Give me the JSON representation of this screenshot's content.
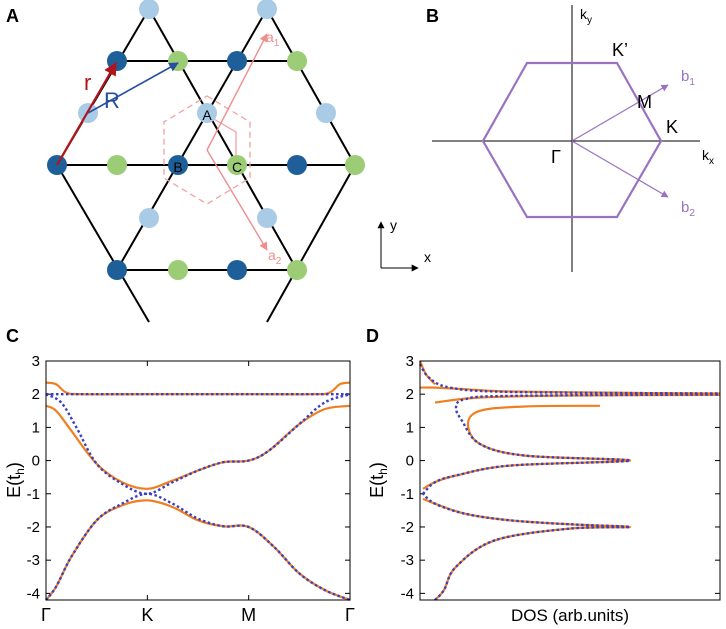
{
  "figure": {
    "panels": {
      "A": {
        "letter": "A",
        "site_labels": [
          "A",
          "B",
          "C"
        ],
        "vector_labels": {
          "r": "r",
          "R": "R",
          "a1_main": "a",
          "a1_sub": "1",
          "a2_main": "a",
          "a2_sub": "2"
        },
        "axes": {
          "x": "x",
          "y": "y"
        },
        "colors": {
          "site_A": "#a9cbe6",
          "site_B": "#1f5f99",
          "site_C": "#9ccc76",
          "r_vec": "#b0151c",
          "R_vec": "#264f9f",
          "lattice_vec": "#f08d8d",
          "wigner_seitz": "#f3a2a2",
          "bonds": "#000000"
        }
      },
      "B": {
        "letter": "B",
        "points": {
          "K": "K",
          "Kp": "K’",
          "M": "M",
          "Gamma": "Γ"
        },
        "vectors": {
          "b1_main": "b",
          "b1_sub": "1",
          "b2_main": "b",
          "b2_sub": "2"
        },
        "axes": {
          "kx_main": "k",
          "kx_sub": "x",
          "ky_main": "k",
          "ky_sub": "y"
        },
        "colors": {
          "bz": "#9a72c0",
          "vectors": "#9a72c0"
        }
      },
      "C": {
        "letter": "C",
        "ylabel_main": "E(t",
        "ylabel_sub": "h",
        "ylabel_end": ")"
      },
      "D": {
        "letter": "D",
        "ylabel_main": "E(t",
        "ylabel_sub": "h",
        "ylabel_end": ")"
      }
    }
  },
  "chart_data": [
    {
      "type": "line",
      "panel": "C",
      "x_ticks": [
        "Γ",
        "K",
        "M",
        "Γ"
      ],
      "ylim": [
        -4.2,
        3
      ],
      "y_ticks": [
        -4,
        -3,
        -2,
        -1,
        0,
        1,
        2,
        3
      ],
      "series": [
        {
          "style": "solid",
          "color": "#f07f22",
          "bands": [
            [
              [
                0,
                -4.2
              ],
              [
                0.1,
                -3.8
              ],
              [
                0.25,
                -2.9
              ],
              [
                0.5,
                -1.8
              ],
              [
                0.75,
                -1.35
              ],
              [
                1,
                -1.2
              ],
              [
                1.25,
                -1.4
              ],
              [
                1.5,
                -1.8
              ],
              [
                1.75,
                -1.98
              ],
              [
                2,
                -2.0
              ],
              [
                2.25,
                -2.6
              ],
              [
                2.5,
                -3.4
              ],
              [
                2.75,
                -3.9
              ],
              [
                3,
                -4.2
              ]
            ],
            [
              [
                0,
                1.65
              ],
              [
                0.1,
                1.5
              ],
              [
                0.25,
                0.9
              ],
              [
                0.5,
                -0.1
              ],
              [
                0.75,
                -0.65
              ],
              [
                1,
                -0.85
              ],
              [
                1.25,
                -0.6
              ],
              [
                1.5,
                -0.3
              ],
              [
                1.75,
                -0.05
              ],
              [
                2,
                0.0
              ],
              [
                2.2,
                0.3
              ],
              [
                2.5,
                1.1
              ],
              [
                2.75,
                1.55
              ],
              [
                3,
                1.65
              ]
            ],
            [
              [
                0,
                2.35
              ],
              [
                0.1,
                2.3
              ],
              [
                0.2,
                2.05
              ],
              [
                0.35,
                2.0
              ],
              [
                1,
                2.0
              ],
              [
                2,
                2.0
              ],
              [
                2.65,
                2.0
              ],
              [
                2.8,
                2.05
              ],
              [
                2.9,
                2.3
              ],
              [
                3,
                2.35
              ]
            ]
          ]
        },
        {
          "style": "dotted",
          "color": "#3a3fc0",
          "bands": [
            [
              [
                0,
                -4.2
              ],
              [
                0.1,
                -3.8
              ],
              [
                0.25,
                -2.9
              ],
              [
                0.5,
                -1.8
              ],
              [
                0.75,
                -1.3
              ],
              [
                1,
                -1.0
              ],
              [
                1.25,
                -1.3
              ],
              [
                1.5,
                -1.75
              ],
              [
                1.75,
                -1.98
              ],
              [
                2,
                -2.0
              ],
              [
                2.25,
                -2.6
              ],
              [
                2.5,
                -3.4
              ],
              [
                2.75,
                -3.9
              ],
              [
                3,
                -4.2
              ]
            ],
            [
              [
                0,
                2.0
              ],
              [
                0.15,
                1.75
              ],
              [
                0.3,
                1.0
              ],
              [
                0.5,
                -0.1
              ],
              [
                0.75,
                -0.7
              ],
              [
                1,
                -1.0
              ],
              [
                1.25,
                -0.65
              ],
              [
                1.5,
                -0.3
              ],
              [
                1.75,
                -0.05
              ],
              [
                2,
                0.0
              ],
              [
                2.2,
                0.3
              ],
              [
                2.5,
                1.1
              ],
              [
                2.75,
                1.75
              ],
              [
                3,
                2.0
              ]
            ],
            [
              [
                0,
                2.0
              ],
              [
                1,
                2.0
              ],
              [
                2,
                2.0
              ],
              [
                3,
                2.0
              ]
            ]
          ]
        }
      ]
    },
    {
      "type": "line",
      "panel": "D",
      "xlabel": "DOS (arb.units)",
      "ylim": [
        -4.2,
        3
      ],
      "y_ticks": [
        -4,
        -3,
        -2,
        -1,
        0,
        1,
        2,
        3
      ],
      "series": [
        {
          "style": "solid",
          "color": "#f07f22",
          "curves": [
            [
              [
                0.05,
                -4.2
              ],
              [
                0.08,
                -3.9
              ],
              [
                0.12,
                -3.2
              ],
              [
                0.25,
                -2.4
              ],
              [
                0.5,
                -2.05
              ],
              [
                0.7,
                -2.0
              ],
              [
                0.5,
                -1.92
              ],
              [
                0.3,
                -1.8
              ],
              [
                0.15,
                -1.6
              ],
              [
                0.05,
                -1.3
              ],
              [
                0.01,
                -1.15
              ]
            ],
            [
              [
                0.01,
                -0.85
              ],
              [
                0.05,
                -0.65
              ],
              [
                0.12,
                -0.45
              ],
              [
                0.3,
                -0.15
              ],
              [
                0.7,
                0.0
              ],
              [
                0.35,
                0.15
              ],
              [
                0.2,
                0.5
              ],
              [
                0.16,
                1.1
              ],
              [
                0.2,
                1.5
              ],
              [
                0.35,
                1.63
              ],
              [
                0.6,
                1.65
              ]
            ],
            [
              [
                0.0,
                2.2
              ],
              [
                0.05,
                2.2
              ],
              [
                0.15,
                2.15
              ],
              [
                0.3,
                2.08
              ],
              [
                0.7,
                2.04
              ],
              [
                1.0,
                2.02
              ]
            ],
            [
              [
                0.05,
                1.75
              ],
              [
                0.2,
                1.9
              ],
              [
                0.5,
                1.96
              ],
              [
                1.0,
                1.98
              ]
            ],
            [
              [
                0.0,
                3.0
              ],
              [
                0.02,
                2.6
              ],
              [
                0.05,
                2.3
              ]
            ]
          ]
        },
        {
          "style": "dotted",
          "color": "#3a3fc0",
          "curves": [
            [
              [
                0.05,
                -4.2
              ],
              [
                0.08,
                -3.9
              ],
              [
                0.12,
                -3.2
              ],
              [
                0.25,
                -2.4
              ],
              [
                0.5,
                -2.05
              ],
              [
                0.7,
                -2.0
              ],
              [
                0.5,
                -1.92
              ],
              [
                0.3,
                -1.8
              ],
              [
                0.15,
                -1.6
              ],
              [
                0.05,
                -1.3
              ],
              [
                0.01,
                -1.0
              ]
            ],
            [
              [
                0.01,
                -1.0
              ],
              [
                0.05,
                -0.65
              ],
              [
                0.12,
                -0.45
              ],
              [
                0.3,
                -0.15
              ],
              [
                0.7,
                0.0
              ],
              [
                0.35,
                0.15
              ],
              [
                0.2,
                0.5
              ],
              [
                0.14,
                1.2
              ],
              [
                0.12,
                1.6
              ],
              [
                0.15,
                1.85
              ],
              [
                0.3,
                1.95
              ],
              [
                1.0,
                1.99
              ]
            ],
            [
              [
                0.0,
                2.9
              ],
              [
                0.03,
                2.5
              ],
              [
                0.1,
                2.2
              ],
              [
                0.3,
                2.07
              ],
              [
                1.0,
                2.02
              ]
            ]
          ]
        }
      ]
    }
  ]
}
